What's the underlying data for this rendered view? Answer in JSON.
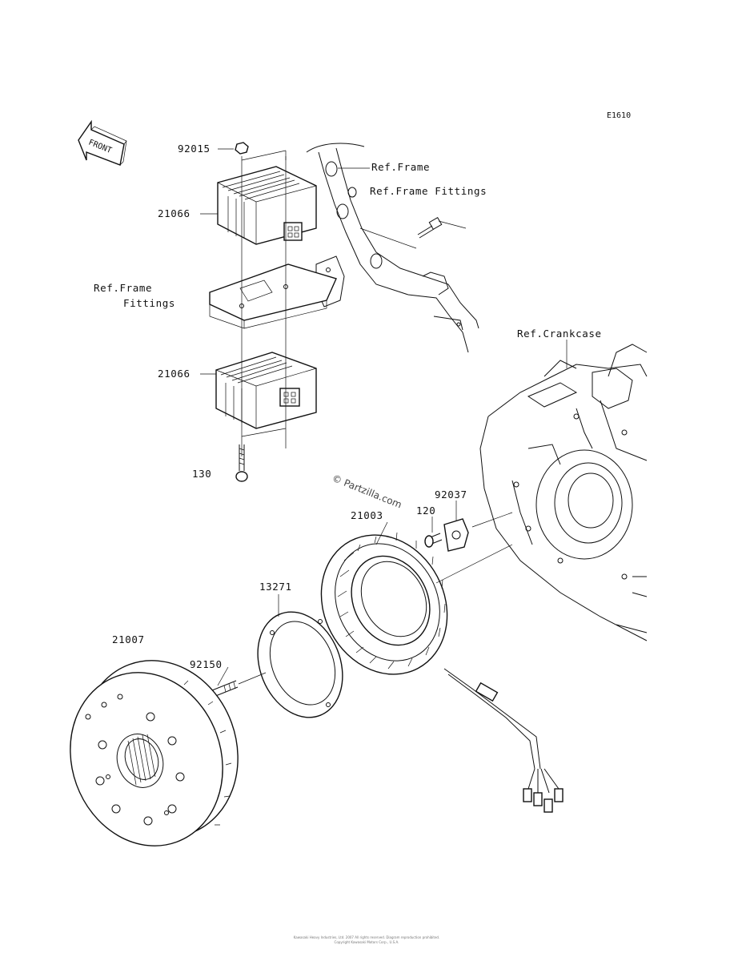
{
  "diagram_id": "E1610",
  "front_label": "FRONT",
  "watermark": "© Partzilla.com",
  "footer_line1": "Kawasaki Heavy Industries, Ltd. 2007 All rights reserved. Diagram reproduction prohibited.",
  "footer_line2": "Copyright Kawasaki Motors Corp., U.S.A.",
  "callouts": {
    "p92015": "92015",
    "p21066_top": "21066",
    "p21066_bottom": "21066",
    "p130": "130",
    "ref_frame_top": "Ref.Frame",
    "ref_frame_fittings_top": "Ref.Frame Fittings",
    "ref_frame_left_1": "Ref.Frame",
    "ref_frame_left_2": "Fittings",
    "ref_crankcase": "Ref.Crankcase",
    "p92037": "92037",
    "p120": "120",
    "p21003": "21003",
    "p13271": "13271",
    "p21007": "21007",
    "p92150": "92150"
  }
}
